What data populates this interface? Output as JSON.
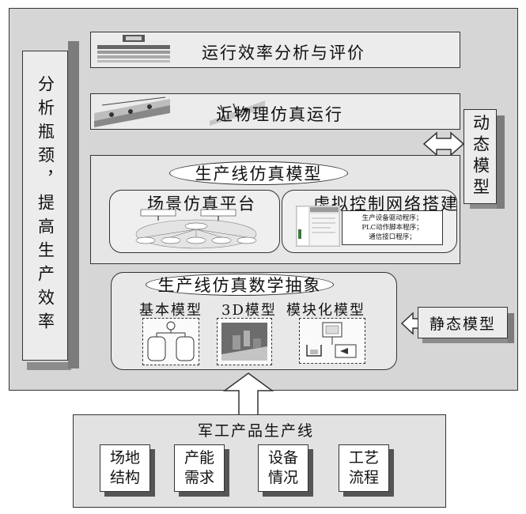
{
  "left_column": {
    "text": "分析瓶颈，提高生产效率"
  },
  "bars": {
    "efficiency": "运行效率分析与评价",
    "physics_sim": "近物理仿真运行"
  },
  "dynamic_model": "动态模型",
  "static_model": "静态模型",
  "sim_model": {
    "title": "生产线仿真模型",
    "scene_platform": {
      "title": "场景仿真平台"
    },
    "virtual_network": {
      "title": "虚拟控制网络搭建",
      "lines": [
        "生产设备驱动程序；",
        "PLC动作脚本程序；",
        "通信接口程序；"
      ]
    }
  },
  "abstraction": {
    "title": "生产线仿真数学抽象",
    "models": [
      "基本模型",
      "3D模型",
      "模块化模型"
    ]
  },
  "product_line": {
    "title": "军工产品生产线",
    "items": [
      "场地结构",
      "产能需求",
      "设备情况",
      "工艺流程"
    ]
  }
}
